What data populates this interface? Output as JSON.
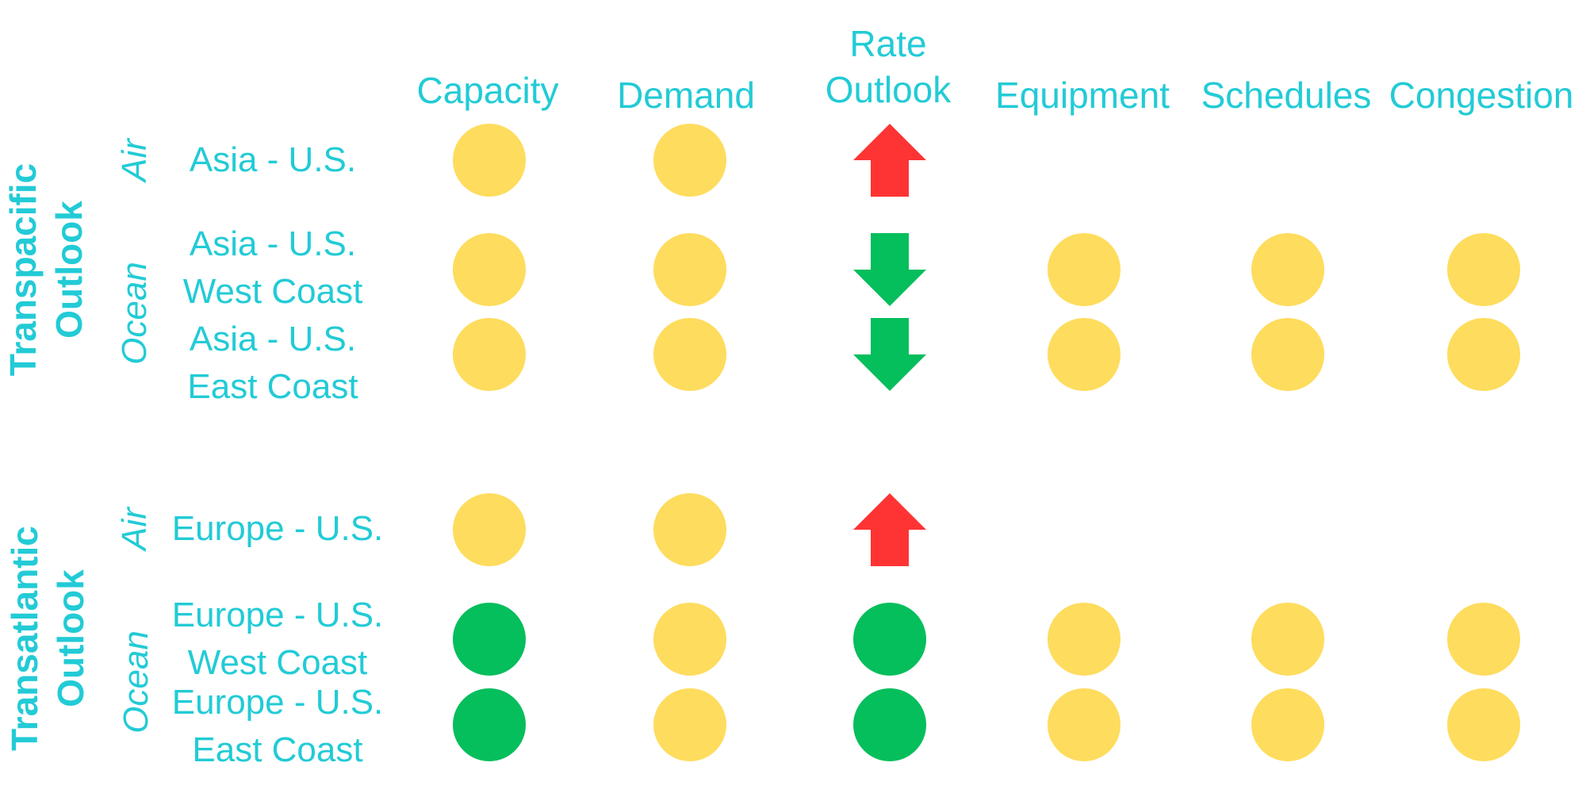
{
  "colors": {
    "text": "#22CBD6",
    "yellow": "#FEDC5D",
    "green": "#05BE5C",
    "red": "#FE3434"
  },
  "columns": [
    {
      "line1": "",
      "line2": "Capacity"
    },
    {
      "line1": "",
      "line2": "Demand"
    },
    {
      "line1": "Rate",
      "line2": "Outlook"
    },
    {
      "line1": "",
      "line2": "Equipment"
    },
    {
      "line1": "",
      "line2": "Schedules"
    },
    {
      "line1": "",
      "line2": "Congestion"
    }
  ],
  "sections": [
    {
      "title_line1": "Transpacific",
      "title_line2": "Outlook",
      "groups": [
        {
          "mode": "Air",
          "rows": [
            {
              "line1": "Asia - U.S.",
              "line2": "",
              "indicators": [
                "yellow-dot",
                "yellow-dot",
                "red-up-arrow",
                "",
                "",
                ""
              ]
            }
          ]
        },
        {
          "mode": "Ocean",
          "rows": [
            {
              "line1": "Asia - U.S.",
              "line2": "West Coast",
              "indicators": [
                "yellow-dot",
                "yellow-dot",
                "green-down-arrow",
                "yellow-dot",
                "yellow-dot",
                "yellow-dot"
              ]
            },
            {
              "line1": "Asia - U.S.",
              "line2": "East Coast",
              "indicators": [
                "yellow-dot",
                "yellow-dot",
                "green-down-arrow",
                "yellow-dot",
                "yellow-dot",
                "yellow-dot"
              ]
            }
          ]
        }
      ]
    },
    {
      "title_line1": "Transatlantic",
      "title_line2": "Outlook",
      "groups": [
        {
          "mode": "Air",
          "rows": [
            {
              "line1": "Europe - U.S.",
              "line2": "",
              "indicators": [
                "yellow-dot",
                "yellow-dot",
                "red-up-arrow",
                "",
                "",
                ""
              ]
            }
          ]
        },
        {
          "mode": "Ocean",
          "rows": [
            {
              "line1": "Europe - U.S.",
              "line2": "West Coast",
              "indicators": [
                "green-dot",
                "yellow-dot",
                "green-dot",
                "yellow-dot",
                "yellow-dot",
                "yellow-dot"
              ]
            },
            {
              "line1": "Europe - U.S.",
              "line2": "East Coast",
              "indicators": [
                "green-dot",
                "yellow-dot",
                "green-dot",
                "yellow-dot",
                "yellow-dot",
                "yellow-dot"
              ]
            }
          ]
        }
      ]
    }
  ]
}
